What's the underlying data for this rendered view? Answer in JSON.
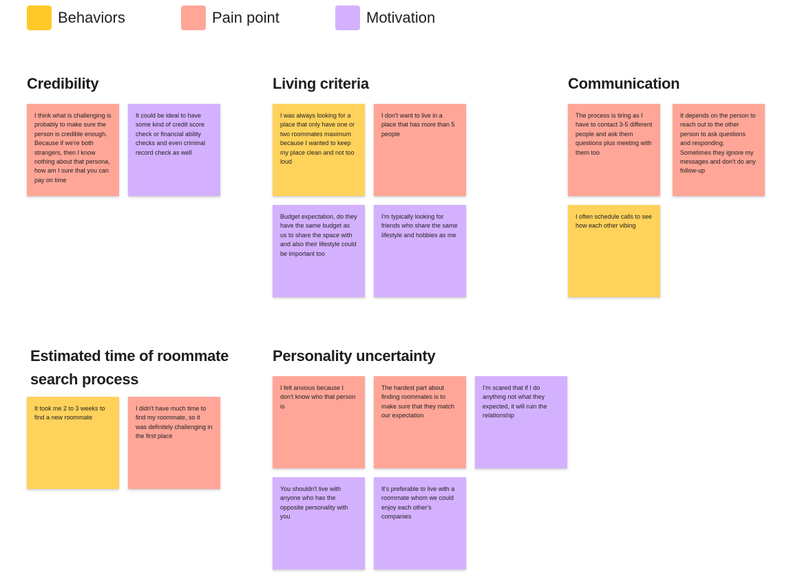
{
  "colors": {
    "behaviors": "#FFD25C",
    "pain_point": "#FFA698",
    "motivation": "#D4B1FF",
    "legend_behaviors": "#FFC928"
  },
  "legend": [
    {
      "label": "Behaviors",
      "color": "#FFC928"
    },
    {
      "label": "Pain point",
      "color": "#FFA698"
    },
    {
      "label": "Motivation",
      "color": "#D4B1FF"
    }
  ],
  "sections": {
    "credibility": {
      "title": "Credibility",
      "notes": [
        {
          "type": "pain_point",
          "text": "I think what is challenging is probably to make sure the person is credible enough. Because if we're both strangers, then I know nothing about that persona, how am I sure that you can pay on time"
        },
        {
          "type": "motivation",
          "text": "It could be ideal to have some kind of credit score check or financial ability checks and even criminal record check as well"
        }
      ]
    },
    "living_criteria": {
      "title": "Living criteria",
      "notes": [
        {
          "type": "behaviors",
          "text": "I was always looking for a place that only have one or two roommates maximum because I wanted to keep my place clean and not too loud"
        },
        {
          "type": "pain_point",
          "text": "I don't want to live in a place that has more than 5 people"
        },
        {
          "type": "motivation",
          "text": "Budget expectation, do they have the same budget as us to share the space with and also their lifestyle could be important too"
        },
        {
          "type": "motivation",
          "text": "I'm typically looking for friends who share the same lifestyle and hobbies as me"
        }
      ]
    },
    "communication": {
      "title": "Communication",
      "notes": [
        {
          "type": "pain_point",
          "text": "The process is tiring as I have to contact 3-5 different people and ask them questions plus meeting with them too"
        },
        {
          "type": "pain_point",
          "text": "It depends on the person to reach out to the other person to ask questions and responding. Sometimes they ignore my messages and don't do any follow-up"
        },
        {
          "type": "behaviors",
          "text": "I often schedule calls to see how each other vibing"
        }
      ]
    },
    "estimated_time": {
      "title_line1": "Estimated time of roommate",
      "title_line2": "search process",
      "notes": [
        {
          "type": "behaviors",
          "text": "It took me 2 to 3 weeks to find a new roommate"
        },
        {
          "type": "pain_point",
          "text": "I didn't have much time to find my roommate, so it was definitely challenging in the first place"
        }
      ]
    },
    "personality": {
      "title": "Personality uncertainty",
      "notes": [
        {
          "type": "pain_point",
          "text": "I felt anxious because I don't know who that person is"
        },
        {
          "type": "pain_point",
          "text": "The hardest part about finding roommates is to make sure that they match our expectation"
        },
        {
          "type": "motivation",
          "text": "I'm scared that if I do anything not what they expected, it will ruin the relationship"
        },
        {
          "type": "motivation",
          "text": "You shouldn't live with anyone who has the opposite personality with you"
        },
        {
          "type": "motivation",
          "text": "It's preferable to live with a roommate whom we could enjoy each other's companies"
        }
      ]
    }
  }
}
